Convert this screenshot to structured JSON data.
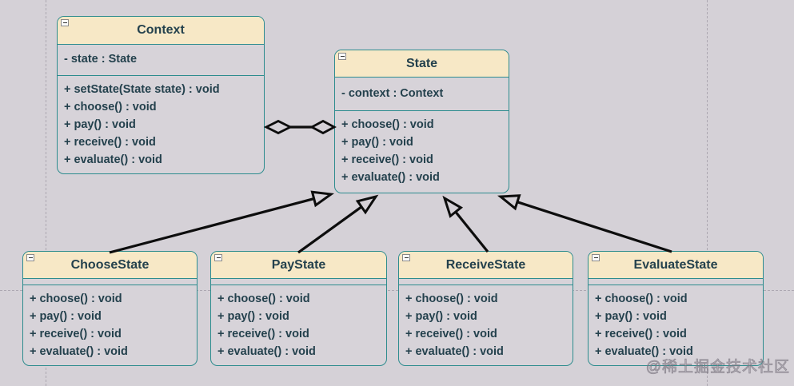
{
  "diagram": {
    "type": "uml-class-diagram",
    "pattern": "State Pattern",
    "classes": [
      {
        "name": "Context",
        "attributes": [
          "- state : State"
        ],
        "methods": [
          "+ setState(State state) : void",
          "+ choose() : void",
          "+ pay() : void",
          "+ receive() : void",
          "+ evaluate() : void"
        ]
      },
      {
        "name": "State",
        "attributes": [
          "- context : Context"
        ],
        "methods": [
          "+ choose() : void",
          "+ pay() : void",
          "+ receive() : void",
          "+ evaluate() : void"
        ]
      },
      {
        "name": "ChooseState",
        "attributes": [],
        "methods": [
          "+ choose() : void",
          "+ pay() : void",
          "+ receive() : void",
          "+ evaluate() : void"
        ]
      },
      {
        "name": "PayState",
        "attributes": [],
        "methods": [
          "+ choose() : void",
          "+ pay() : void",
          "+ receive() : void",
          "+ evaluate() : void"
        ]
      },
      {
        "name": "ReceiveState",
        "attributes": [],
        "methods": [
          "+ choose() : void",
          "+ pay() : void",
          "+ receive() : void",
          "+ evaluate() : void"
        ]
      },
      {
        "name": "EvaluateState",
        "attributes": [],
        "methods": [
          "+ choose() : void",
          "+ pay() : void",
          "+ receive() : void",
          "+ evaluate() : void"
        ]
      }
    ],
    "relationships": [
      {
        "type": "aggregation",
        "from": "Context",
        "to": "State",
        "style": "open-diamond-both-ends"
      },
      {
        "type": "generalization",
        "from": "ChooseState",
        "to": "State"
      },
      {
        "type": "generalization",
        "from": "PayState",
        "to": "State"
      },
      {
        "type": "generalization",
        "from": "ReceiveState",
        "to": "State"
      },
      {
        "type": "generalization",
        "from": "EvaluateState",
        "to": "State"
      }
    ],
    "watermark": "@稀土掘金技术社区",
    "colors": {
      "background": "#d5d1d7",
      "class_header": "#f7e8c6",
      "class_border": "#2d8c8e",
      "text": "#24414d",
      "connector": "#0d0d0d"
    }
  }
}
